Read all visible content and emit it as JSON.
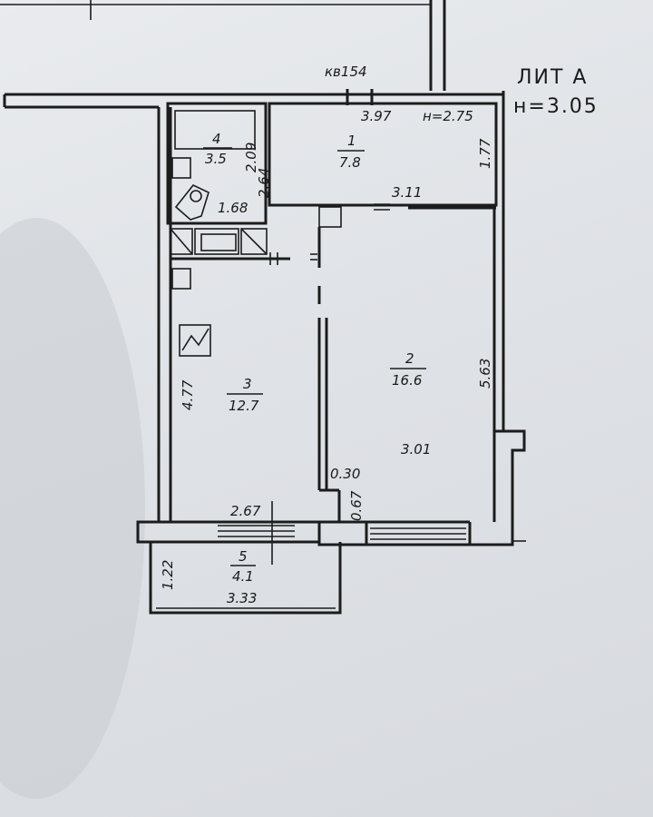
{
  "header": {
    "apartment": "кв154",
    "lit": "ЛИТ А",
    "height": "н=3.05"
  },
  "rooms": [
    {
      "number": "1",
      "area": "7.8"
    },
    {
      "number": "2",
      "area": "16.6"
    },
    {
      "number": "3",
      "area": "12.7"
    },
    {
      "number": "4",
      "area": "3.5"
    },
    {
      "number": "5",
      "area": "4.1"
    }
  ],
  "dimensions": {
    "r1_top": "3.97",
    "r1_height": "н=2.75",
    "r1_right": "1.77",
    "r1_bottom": "3.11",
    "r4_side": "2.09",
    "r4_door": "2.64",
    "r4_bottom": "1.68",
    "r2_right": "5.63",
    "r2_bottom": "3.01",
    "r2_small": "0.30",
    "r2_small2": "0.67",
    "r3_left": "4.77",
    "r3_bottom": "2.67",
    "r5_left": "1.22",
    "r5_bottom": "3.33"
  }
}
